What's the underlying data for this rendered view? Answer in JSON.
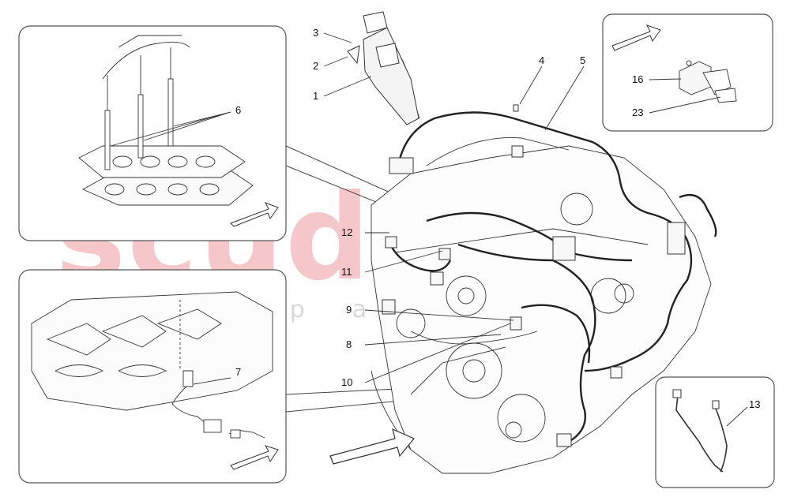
{
  "watermark": {
    "brand": "scuderia",
    "sub": "car parts"
  },
  "callouts": [
    {
      "id": "c1",
      "label": "1"
    },
    {
      "id": "c2",
      "label": "2"
    },
    {
      "id": "c3",
      "label": "3"
    },
    {
      "id": "c4",
      "label": "4"
    },
    {
      "id": "c5",
      "label": "5"
    },
    {
      "id": "c6",
      "label": "6"
    },
    {
      "id": "c7",
      "label": "7"
    },
    {
      "id": "c8",
      "label": "8"
    },
    {
      "id": "c9",
      "label": "9"
    },
    {
      "id": "c10",
      "label": "10"
    },
    {
      "id": "c11",
      "label": "11"
    },
    {
      "id": "c12",
      "label": "12"
    },
    {
      "id": "c13",
      "label": "13"
    },
    {
      "id": "c16",
      "label": "16"
    },
    {
      "id": "c23",
      "label": "23"
    }
  ]
}
